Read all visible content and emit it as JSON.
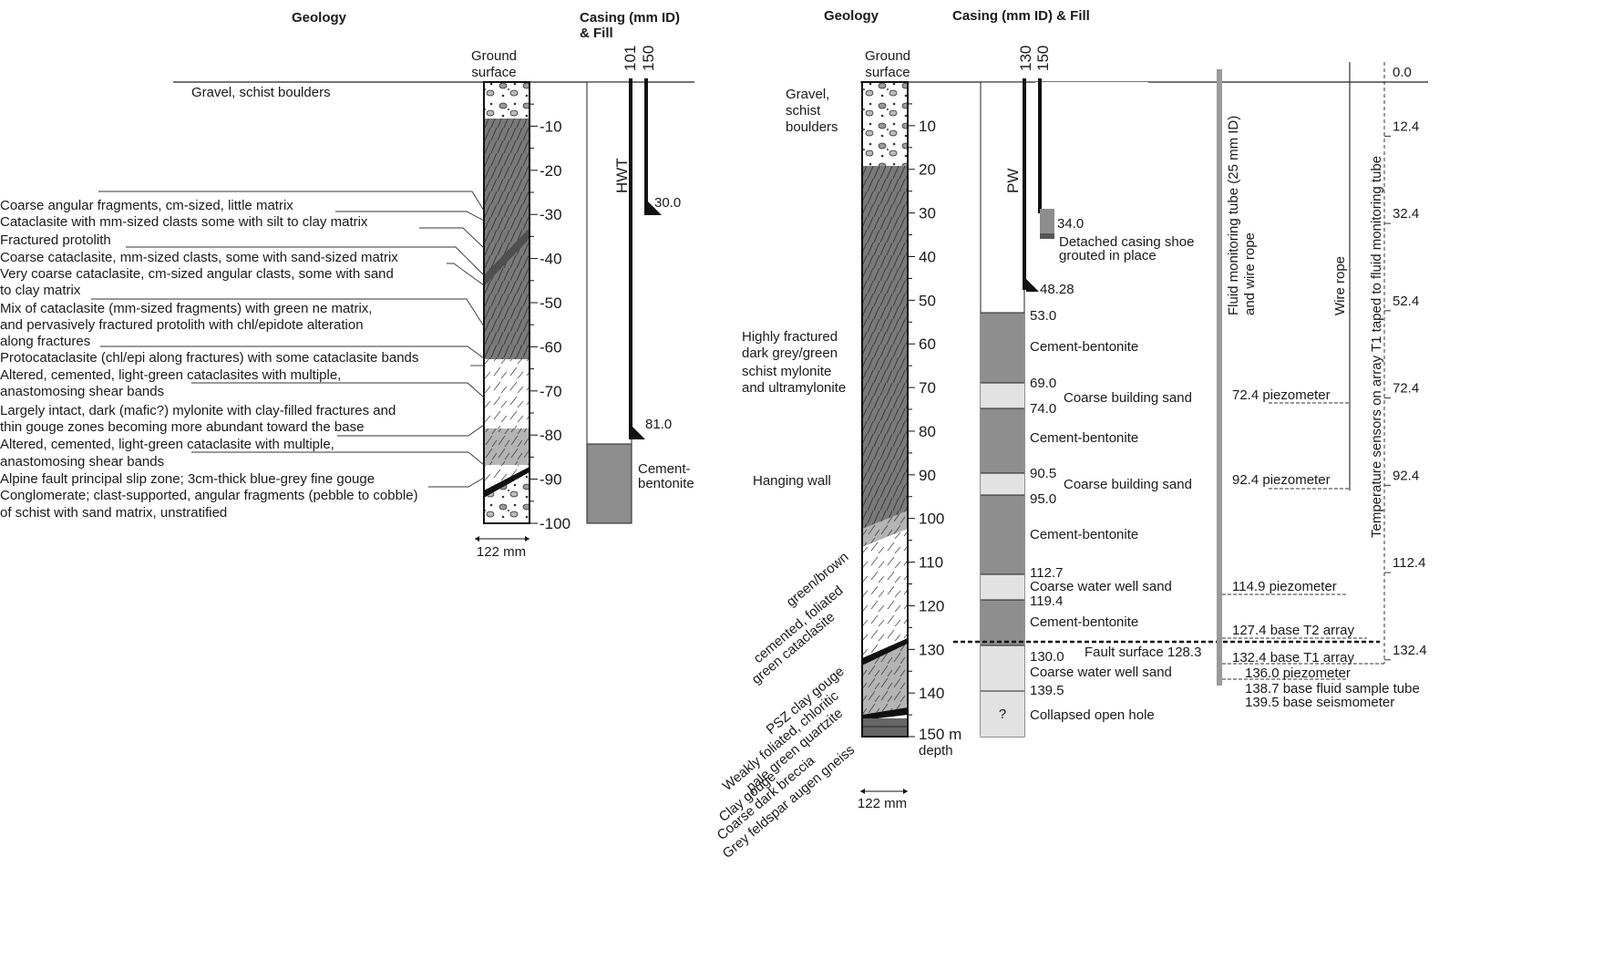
{
  "left": {
    "headers": {
      "geology": "Geology",
      "casing_line1": "Casing (mm ID)",
      "casing_line2": "& Fill"
    },
    "ground_surface": [
      "Ground",
      "surface"
    ],
    "casing_sizes": [
      "101",
      "150"
    ],
    "depth_ticks": [
      "10",
      "20",
      "30",
      "40",
      "50",
      "60",
      "70",
      "80",
      "90",
      "100"
    ],
    "width_label": "122 mm",
    "hwt_label": "HWT",
    "casing_depths": [
      "30.0",
      "81.0"
    ],
    "fill_label": [
      "Cement-",
      "bentonite"
    ],
    "units": [
      "Gravel, schist boulders",
      "Coarse angular fragments, cm-sized, little matrix",
      "Cataclasite with mm-sized clasts some with silt to clay matrix",
      "Fractured protolith",
      "Coarse cataclasite, mm-sized clasts, some with sand-sized matrix",
      "Very coarse cataclasite, cm-sized angular clasts, some with sand",
      "to clay matrix",
      "Mix of cataclasite (mm-sized fragments) with green ne matrix,",
      "and pervasively fractured protolith with chl/epidote alteration",
      "along fractures",
      "Protocataclasite (chl/epi along fractures) with some cataclasite bands",
      "Altered, cemented, light-green cataclasites with multiple,",
      "anastomosing shear bands",
      "Largely intact, dark (mafic?) mylonite with clay-filled fractures and",
      "thin gouge zones becoming more abundant toward the base",
      "Altered, cemented, light-green cataclasite with multiple,",
      "anastomosing shear bands",
      "Alpine fault principal slip zone; 3cm-thick blue-grey fine gouge",
      "Conglomerate; clast-supported, angular fragments (pebble to cobble)",
      "of schist with sand matrix, unstratified"
    ]
  },
  "right": {
    "headers": {
      "geology": "Geology",
      "casing": "Casing (mm ID) & Fill"
    },
    "ground_surface": [
      "Ground",
      "surface"
    ],
    "casing_sizes": [
      "130",
      "150"
    ],
    "depth_ticks": [
      "10",
      "20",
      "30",
      "40",
      "50",
      "60",
      "70",
      "80",
      "90",
      "100",
      "110",
      "120",
      "130",
      "140"
    ],
    "depth_end": [
      "150 m",
      "depth"
    ],
    "width_label": "122 mm",
    "pw_label": "PW",
    "geology_labels": {
      "gravel": [
        "Gravel,",
        "schist",
        "boulders"
      ],
      "fractured": [
        "Highly fractured",
        "dark grey/green",
        "schist mylonite",
        "and ultramylonite"
      ],
      "hanging_wall": "Hanging wall",
      "rotated": [
        "green/brown",
        "cemented, foliated",
        "green cataclasite",
        "PSZ clay gouge",
        "Weakly foliated, chloritic",
        "pale green quartzite",
        "Clay gouge",
        "Coarse dark breccia",
        "Grey feldspar augen gneiss"
      ]
    },
    "casing_notes": {
      "shoe_depth": "34.0",
      "shoe_label": [
        "Detached casing shoe",
        "grouted in place"
      ],
      "pw_depth": "48.28"
    },
    "fill": [
      {
        "top": "53.0",
        "label": "Cement-bentonite"
      },
      {
        "top": "69.0",
        "label": "Coarse building sand",
        "bottom": "74.0"
      },
      {
        "label": "Cement-bentonite"
      },
      {
        "top": "90.5",
        "label": "Coarse building sand",
        "bottom": "95.0"
      },
      {
        "label": "Cement-bentonite"
      },
      {
        "top": "112.7",
        "label": "Coarse water well sand",
        "bottom": "119.4"
      },
      {
        "label": "Cement-bentonite"
      },
      {
        "top": "130.0",
        "label": "Coarse water well sand",
        "bottom": "139.5"
      },
      {
        "label": "Collapsed open hole",
        "symbol": "?"
      }
    ],
    "fault_label": "Fault surface 128.3",
    "tube_label": [
      "Fluid monitoring tube (25 mm ID)",
      "and wire rope"
    ],
    "wire_rope_label": "Wire rope",
    "temp_label": "Temperature sensors on array T1 taped to fluid monitoring tube",
    "instruments": [
      "72.4 piezometer",
      "92.4 piezometer",
      "114.9 piezometer",
      "127.4 base T2 array",
      "132.4 base T1 array",
      "136.0 piezometer",
      "138.7 base fluid sample tube",
      "139.5 base seismometer"
    ],
    "sensor_depths": [
      "0.0",
      "12.4",
      "32.4",
      "52.4",
      "72.4",
      "92.4",
      "112.4",
      "132.4"
    ]
  }
}
